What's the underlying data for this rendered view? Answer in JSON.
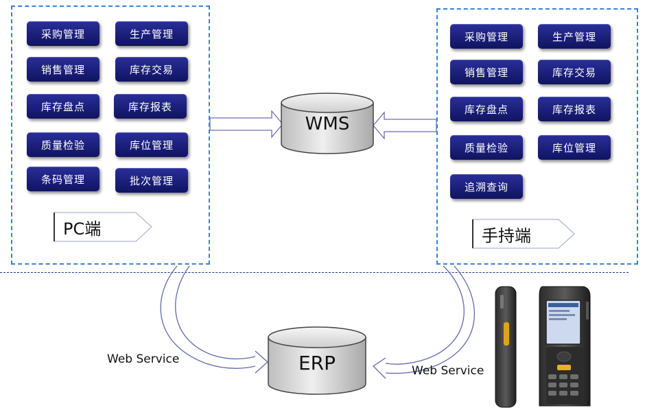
{
  "pc_panel": {
    "tag": "PC端",
    "modules": [
      "采购管理",
      "生产管理",
      "销售管理",
      "库存交易",
      "库存盘点",
      "库存报表",
      "质量检验",
      "库位管理",
      "条码管理",
      "批次管理"
    ]
  },
  "handheld_panel": {
    "tag": "手持端",
    "modules": [
      "采购管理",
      "生产管理",
      "销售管理",
      "库存交易",
      "库存盘点",
      "库存报表",
      "质量检验",
      "库位管理",
      "追溯查询"
    ]
  },
  "wms_label": "WMS",
  "erp_label": "ERP",
  "ws_left": "Web Service",
  "ws_right": "Web Service",
  "colors": {
    "panel_border": "#3a7fd9",
    "module_fill": "#1b1f7a",
    "separator": "#1a2a8a"
  }
}
